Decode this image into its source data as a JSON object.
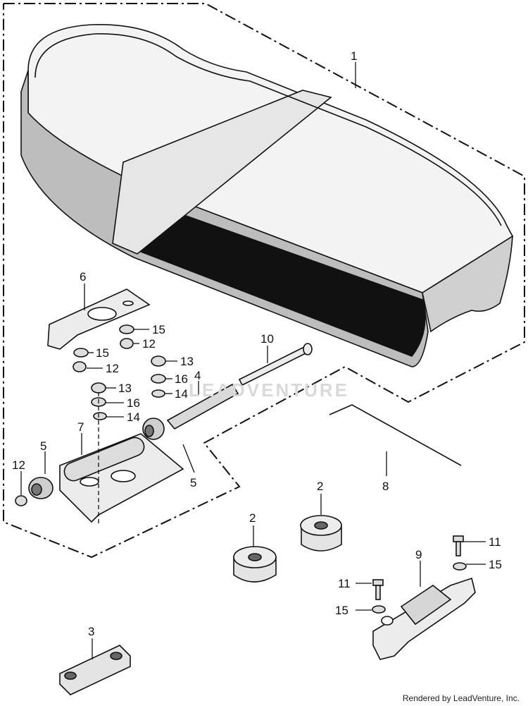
{
  "watermark": "LEADVENTURE",
  "footer": "Rendered by LeadVenture, Inc.",
  "callouts": {
    "c1": "1",
    "c2a": "2",
    "c2b": "2",
    "c3": "3",
    "c4": "4",
    "c5a": "5",
    "c5b": "5",
    "c6": "6",
    "c7": "7",
    "c8": "8",
    "c9": "9",
    "c10": "10",
    "c11a": "11",
    "c11b": "11",
    "c12a": "12",
    "c12b": "12",
    "c12c": "12",
    "c13a": "13",
    "c13b": "13",
    "c14a": "14",
    "c14b": "14",
    "c15a": "15",
    "c15b": "15",
    "c15c": "15",
    "c15d": "15",
    "c16a": "16",
    "c16b": "16"
  }
}
